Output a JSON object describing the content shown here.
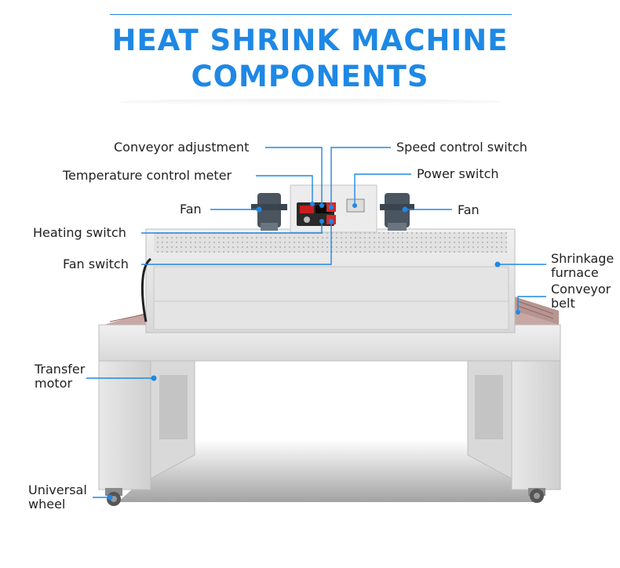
{
  "title": {
    "line1": "HEAT SHRINK MACHINE",
    "line2": "COMPONENTS"
  },
  "labels": {
    "conveyor_adjustment": "Conveyor adjustment",
    "speed_control_switch": "Speed control switch",
    "temperature_control_meter": "Temperature control meter",
    "power_switch": "Power switch",
    "fan_left": "Fan",
    "fan_right": "Fan",
    "heating_switch": "Heating switch",
    "fan_switch": "Fan switch",
    "shrinkage_furnace_1": "Shrinkage",
    "shrinkage_furnace_2": "furnace",
    "conveyor_belt_1": "Conveyor",
    "conveyor_belt_2": "belt",
    "transfer_motor_1": "Transfer",
    "transfer_motor_2": "motor",
    "universal_wheel_1": "Universal",
    "universal_wheel_2": "wheel"
  },
  "colors": {
    "accent": "#1e88e5",
    "machine_body": "#e6e6e6",
    "machine_shadow": "#9a9a9a",
    "control_panel": "#2a2a2a",
    "switch_red": "#d62828",
    "motor": "#4a5560"
  }
}
